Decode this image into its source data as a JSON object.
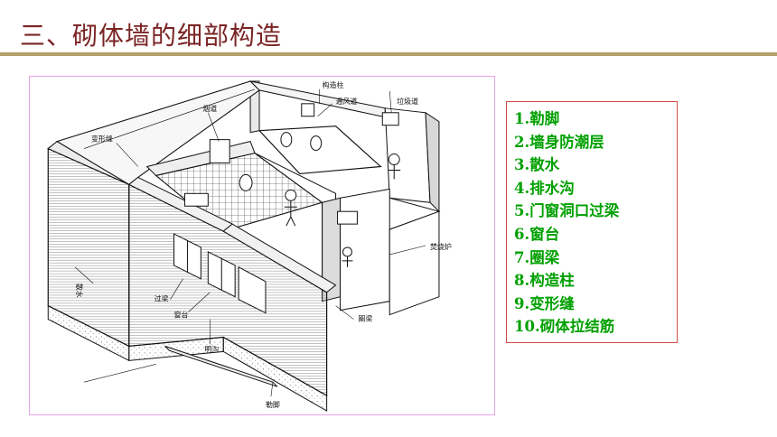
{
  "slide": {
    "title": "三、砌体墙的细部构造",
    "title_color": "#7a2424",
    "rule_color": "#b2a06a"
  },
  "diagram": {
    "labels": {
      "goujuzhu": "构造柱",
      "tongfengdao": "通风道",
      "lajidao": "垃圾道",
      "yandao": "烟道",
      "bianxingfeng": "变形缝",
      "sanshui": "散水",
      "guoliang": "过梁",
      "chuangtai": "窗台",
      "minggou": "明沟",
      "lejiao": "勒脚",
      "quanliang": "圈梁",
      "jingzaoqi": "焚烧炉"
    }
  },
  "legend": {
    "border_color": "#d14a4a",
    "text_color": "#00a000",
    "items": [
      "1.勒脚",
      "2.墙身防潮层",
      "3.散水",
      "4.排水沟",
      "5.门窗洞口过梁",
      "6.窗台",
      "7.圈梁",
      "8.构造柱",
      "9.变形缝",
      "10.砌体拉结筋"
    ]
  }
}
